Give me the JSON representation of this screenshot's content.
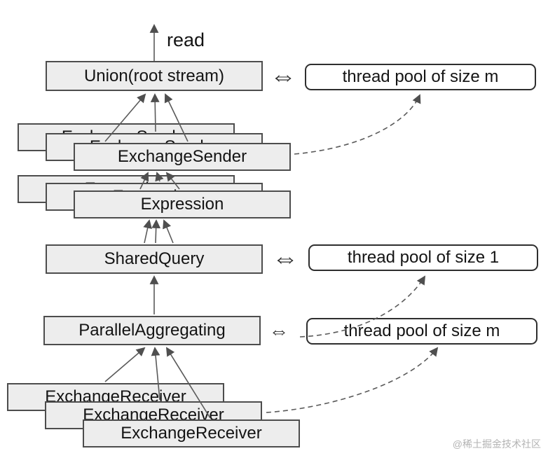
{
  "diagram": {
    "read_label": "read",
    "double_arrow_symbol": "⇔",
    "nodes": {
      "union": "Union(root stream)",
      "exchange_sender": "ExchangeSender",
      "expression": "Expression",
      "shared_query": "SharedQuery",
      "parallel_aggregating": "ParallelAggregating",
      "exchange_receiver": "ExchangeReceiver"
    },
    "thread_pools": {
      "top": "thread pool of size m",
      "middle": "thread pool of size 1",
      "bottom": "thread pool of size m"
    },
    "colors": {
      "node_fill": "#ededed",
      "node_border": "#4d4d4d",
      "pool_fill": "#ffffff",
      "pool_border": "#2e2e2e",
      "arrow": "#5a5a5a",
      "text": "#141414",
      "watermark": "#b3b3b3"
    }
  },
  "watermark": "@稀土掘金技术社区"
}
